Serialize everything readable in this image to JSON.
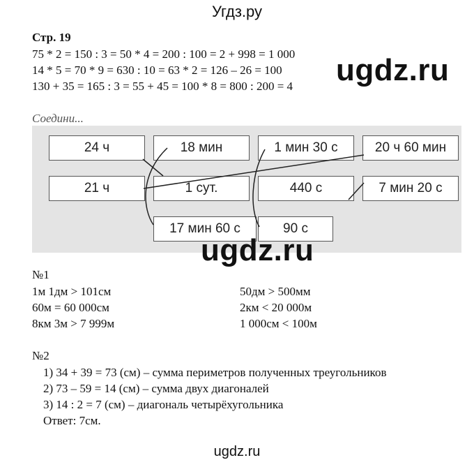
{
  "header": {
    "site": "Угдз.ру"
  },
  "watermark": "ugdz.ru",
  "footer": {
    "site": "ugdz.ru"
  },
  "page_label": "Стр. 19",
  "chains": [
    "75 * 2 = 150 : 3 = 50 * 4 = 200 : 100 = 2 + 998 = 1 000",
    "14 * 5 = 70 * 9  = 630 : 10 = 63 * 2 = 126 – 26 = 100",
    "130 + 35 = 165 : 3 = 55 + 45 = 100 * 8 = 800 : 200 = 4"
  ],
  "connect_hint": "Соедини...",
  "boxes": {
    "b1": "24 ч",
    "b2": "18 мин",
    "b3": "1 мин  30 с",
    "b4": "20 ч  60 мин",
    "b5": "21 ч",
    "b6": "1 сут.",
    "b7": "440 с",
    "b8": "7 мин  20 с",
    "b9": "17 мин  60 с",
    "b10": "90 с"
  },
  "task1": {
    "title": "№1",
    "left": [
      "1м 1дм > 101см",
      "60м = 60 000см",
      "8км 3м > 7 999м"
    ],
    "right": [
      "50дм > 500мм",
      "2км < 20 000м",
      "1 000см < 100м"
    ]
  },
  "task2": {
    "title": "№2",
    "steps": [
      "1)  34 + 39 = 73 (см) – сумма периметров полученных треугольников",
      "2)  73 – 59 = 14 (см) – сумма двух диагоналей",
      "3)  14 : 2 = 7 (см) – диагональ четырёхугольника"
    ],
    "answer": "Ответ: 7см."
  }
}
